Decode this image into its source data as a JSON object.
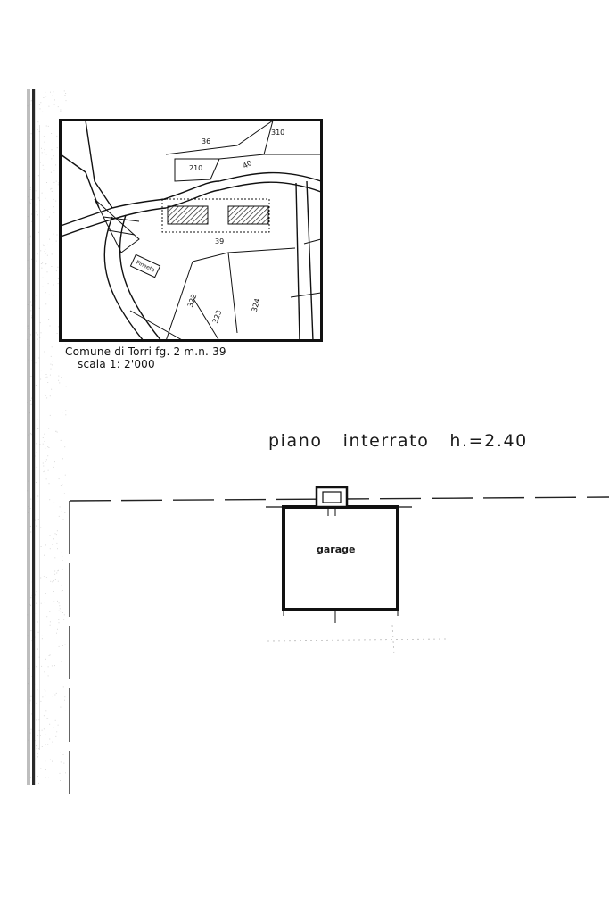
{
  "map": {
    "caption_line_1": "Comune  di  Torri   fg. 2    m.n. 39",
    "caption_line_2": "scala 1: 2'000",
    "parcel_labels": [
      "39",
      "40",
      "36",
      "210",
      "310",
      "322",
      "323",
      "324",
      "Pineeta"
    ]
  },
  "plan": {
    "title": "piano   interrato   h.=2.40",
    "room_label": "garage"
  }
}
